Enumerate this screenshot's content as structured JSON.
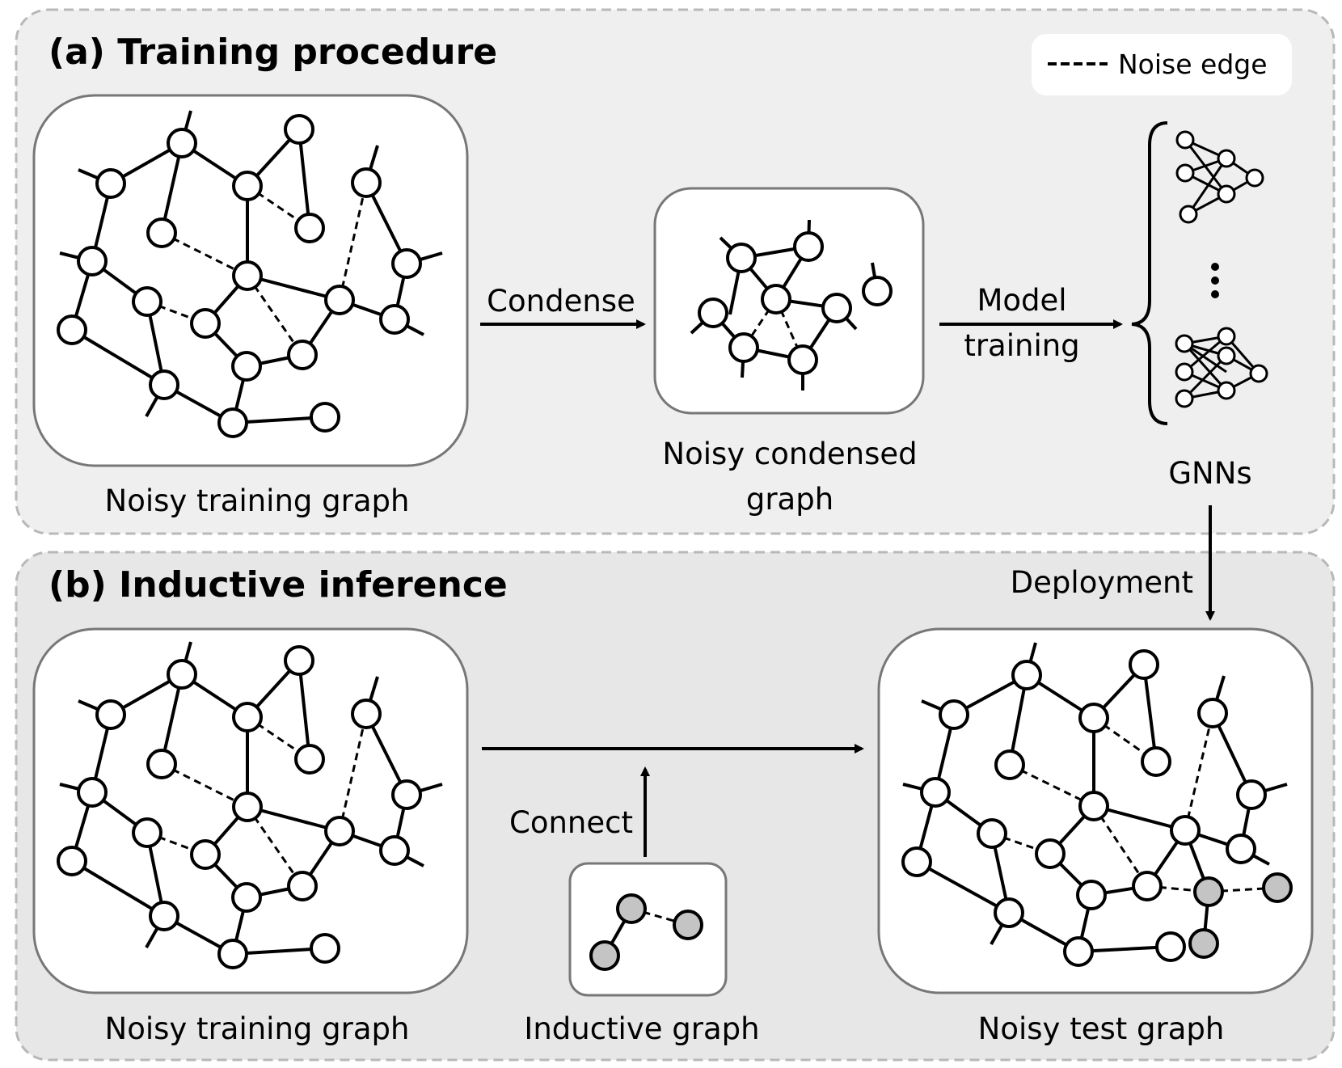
{
  "panels": {
    "training": {
      "title": "(a) Training procedure"
    },
    "inference": {
      "title": "(b) Inductive inference"
    }
  },
  "legend": {
    "noise_edge": "Noise edge"
  },
  "labels": {
    "condense": "Condense",
    "model_training_1": "Model",
    "model_training_2": "training",
    "noisy_training_graph_a": "Noisy training graph",
    "noisy_condensed_1": "Noisy condensed",
    "noisy_condensed_2": "graph",
    "gnns": "GNNs",
    "deployment": "Deployment",
    "noisy_training_graph_b": "Noisy training graph",
    "connect": "Connect",
    "inductive_graph": "Inductive graph",
    "noisy_test_graph": "Noisy test graph"
  },
  "colors": {
    "panel_a_bg": "#efefef",
    "panel_b_bg": "#e7e7e7",
    "panel_border": "#b8b8b8",
    "box_border": "#777777",
    "node_fill": "#ffffff",
    "inductive_node_fill": "#c4c4c4",
    "stroke": "#000000"
  }
}
